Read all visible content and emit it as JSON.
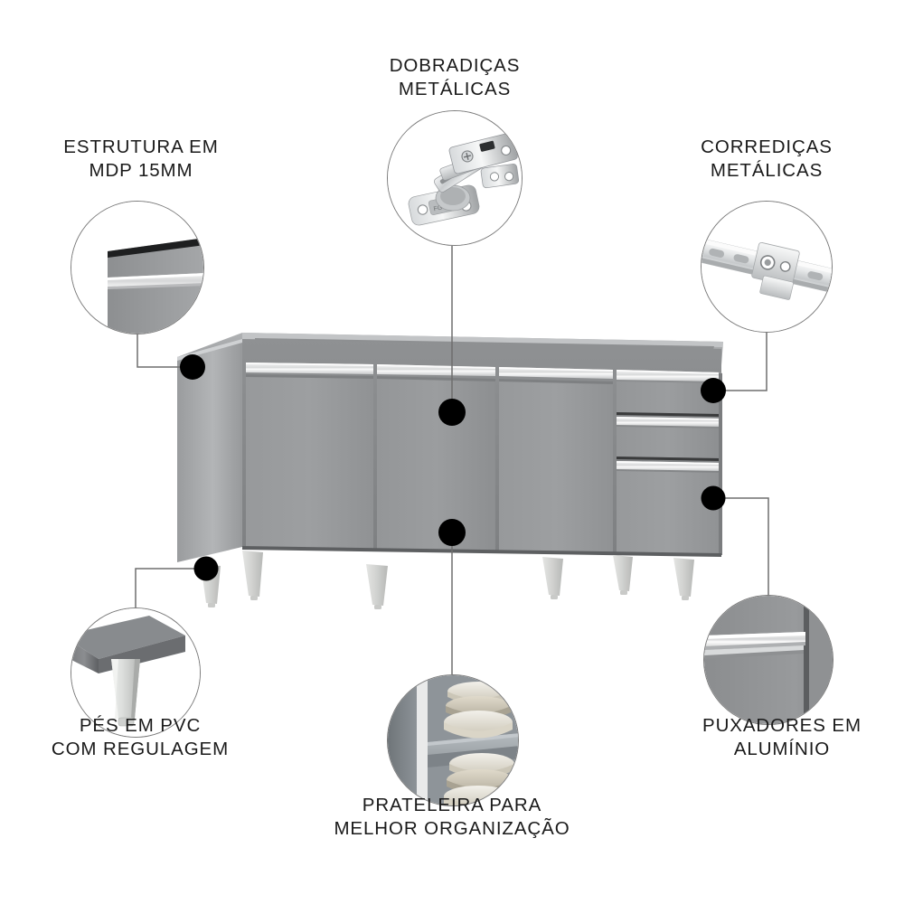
{
  "page": {
    "background": "#ffffff",
    "title": "Balcao de cozinha - infografico de caracteristicas",
    "text_color": "#1a1a1a"
  },
  "product": {
    "type": "kitchen-sideboard-cabinet",
    "body_color": "#8e9093",
    "door_color": "#959799",
    "top_color": "#a2a4a6",
    "handle_color": "#e8e9ea",
    "leg_color": "#d7d8d6",
    "door_count": 3,
    "drawer_count": 3,
    "leg_count": 6
  },
  "callouts": [
    {
      "id": "estrutura",
      "label": "ESTRUTURA EM\nMDP 15MM",
      "detail": "panel-edge-detail",
      "position": "top-left"
    },
    {
      "id": "dobradicas",
      "label": "DOBRADIÇAS\nMETÁLICAS",
      "detail": "metal-hinge-detail",
      "position": "top-center"
    },
    {
      "id": "corredicas",
      "label": "CORREDIÇAS\nMETÁLICAS",
      "detail": "metal-drawer-slide-detail",
      "position": "top-right"
    },
    {
      "id": "pes",
      "label": "PÉS EM PVC\nCOM REGULAGEM",
      "detail": "pvc-leg-detail",
      "position": "bottom-left"
    },
    {
      "id": "prateleira",
      "label": "PRATELEIRA PARA\nMELHOR ORGANIZAÇÃO",
      "detail": "shelf-with-dishes-detail",
      "position": "bottom-center"
    },
    {
      "id": "puxadores",
      "label": "PUXADORES EM\nALUMÍNIO",
      "detail": "aluminium-handle-detail",
      "position": "bottom-right"
    }
  ],
  "colors": {
    "line": "#6e6e6e",
    "dot": "#000000",
    "bubble_border": "#7a7a7a",
    "metal_light": "#e6e7e8",
    "metal_mid": "#b9bbbd",
    "metal_dark": "#8d9093",
    "dish_cream": "#d8d2c2",
    "dish_white": "#efeee9"
  }
}
